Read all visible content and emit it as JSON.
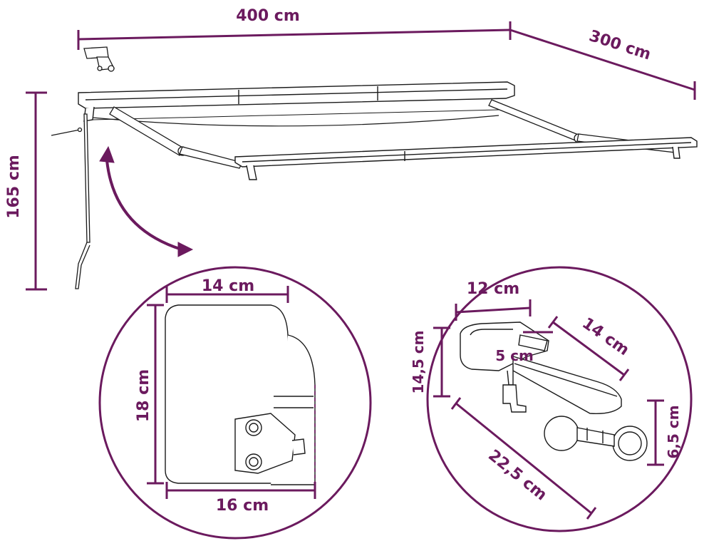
{
  "colors": {
    "accent": "#6b1a5e",
    "line": "#1a1a1a",
    "background": "#ffffff"
  },
  "dimensions": {
    "width": "400 cm",
    "depth": "300 cm",
    "height": "165 cm"
  },
  "cassette_detail": {
    "top": "14 cm",
    "height": "18 cm",
    "bottom": "16 cm"
  },
  "bracket_detail": {
    "top": "12 cm",
    "arm": "14 cm",
    "inner": "5 cm",
    "height": "14,5 cm",
    "length": "22,5 cm",
    "side": "6,5 cm"
  }
}
